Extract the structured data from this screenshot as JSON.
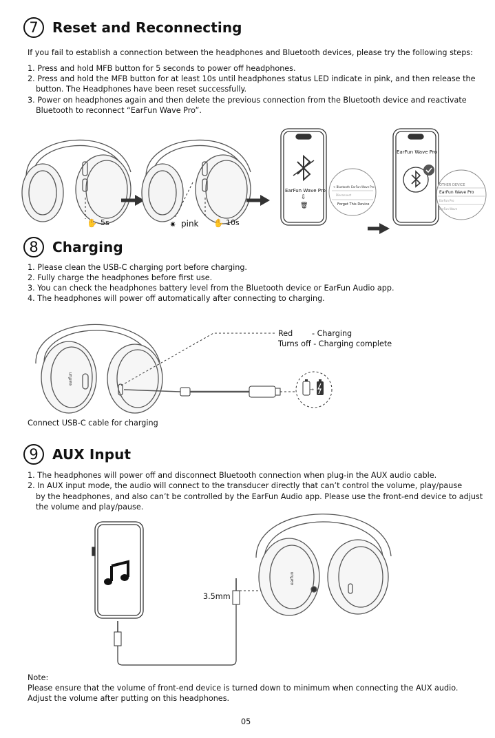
{
  "sections": [
    {
      "number": "7",
      "title": "Reset and Reconnecting",
      "intro": "If you fail to establish a connection between the headphones and Bluetooth devices, please try the following steps:",
      "steps": [
        "1. Press and hold MFB button for 5 seconds to power off headphones.",
        "2. Press and hold the MFB button for at least 10s until headphones status LED indicate in pink, and then release the",
        "button. The Headphones have been reset successfully.",
        "3. Power on headphones again and then delete the previous connection from the Bluetooth device and reactivate",
        "Bluetooth to reconnect “EarFun Wave Pro”."
      ],
      "figure": {
        "label_5s": "5s",
        "label_pink": "pink",
        "label_10s": "10s",
        "phone1_device": "EarFun Wave Pro",
        "popup_back": "< Bluetooth",
        "popup_title": "EarFun Wave Pro",
        "popup_row": "Disconnect",
        "popup_forget": "Forget This Device",
        "phone2_device": "EarFun Wave Pro",
        "popup2_header": "OTHER DEVICE",
        "popup2_item1": "EarFun Wave Pro",
        "popup2_item2": "EarFun Pro",
        "popup2_item3": "EarFun Wave"
      }
    },
    {
      "number": "8",
      "title": "Charging",
      "steps": [
        "1. Please clean the USB-C charging port before charging.",
        "2. Fully charge the headphones before first use.",
        "3. You can check the headphones battery level from the Bluetooth device or EarFun Audio app.",
        "4. The headphones will power off automatically after connecting to charging."
      ],
      "figure": {
        "led_red": "Red",
        "led_red_desc": "- Charging",
        "led_off": "Turns off - Charging complete",
        "caption": "Connect USB-C cable for charging"
      }
    },
    {
      "number": "9",
      "title": "AUX Input",
      "steps": [
        "1. The headphones will power off and disconnect Bluetooth connection when plug-in the AUX audio cable.",
        "2. In AUX input mode, the audio will connect to the transducer directly that can’t control the volume, play/pause",
        "by the headphones, and also can’t be controlled by the EarFun Audio app. Please use the front-end device to adjust",
        "the volume and play/pause."
      ],
      "figure": {
        "jack_label": "3.5mm"
      }
    }
  ],
  "note": {
    "heading": "Note:",
    "line1": "Please ensure that the volume of front-end device is turned down to minimum when connecting the AUX audio.",
    "line2": "Adjust the volume after putting on this headphones."
  },
  "page_number": "05",
  "brand_mark": "earfun",
  "colors": {
    "ink": "#111111",
    "line": "#555555",
    "dashed": "#333333"
  }
}
